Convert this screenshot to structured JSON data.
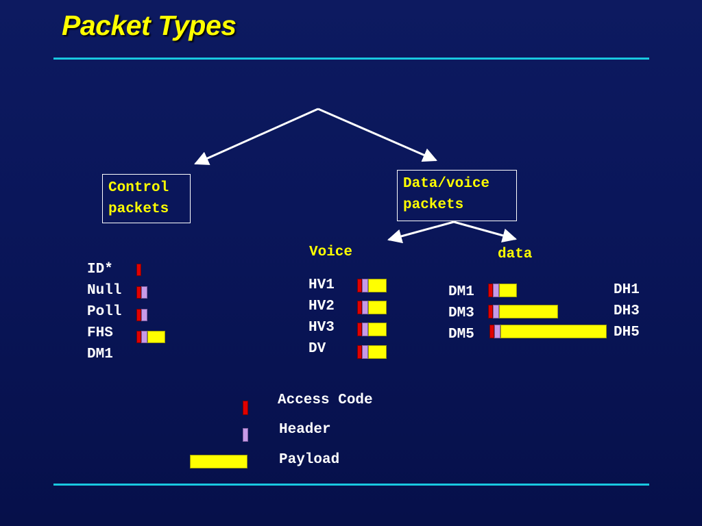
{
  "title": "Packet Types",
  "control_box": {
    "lines": [
      "Control",
      "packets"
    ]
  },
  "datavoice_box": {
    "lines": [
      "Data/voice",
      "packets"
    ]
  },
  "voice_label": "Voice",
  "data_label": "data",
  "control_packets": [
    "ID*",
    "Null",
    "Poll",
    "FHS",
    "DM1"
  ],
  "voice_packets": [
    "HV1",
    "HV2",
    "HV3",
    "DV"
  ],
  "data_packets_left": [
    "DM1",
    "DM3",
    "DM5"
  ],
  "data_packets_right": [
    "DH1",
    "DH3",
    "DH5"
  ],
  "legend": {
    "access_code": "Access Code",
    "header": "Header",
    "payload": "Payload"
  },
  "colors": {
    "background": "#0a165a",
    "title": "#ffff00",
    "rule": "#19c8e0",
    "access_code": "#e00000",
    "header": "#c79ae8",
    "payload": "#ffff00"
  }
}
